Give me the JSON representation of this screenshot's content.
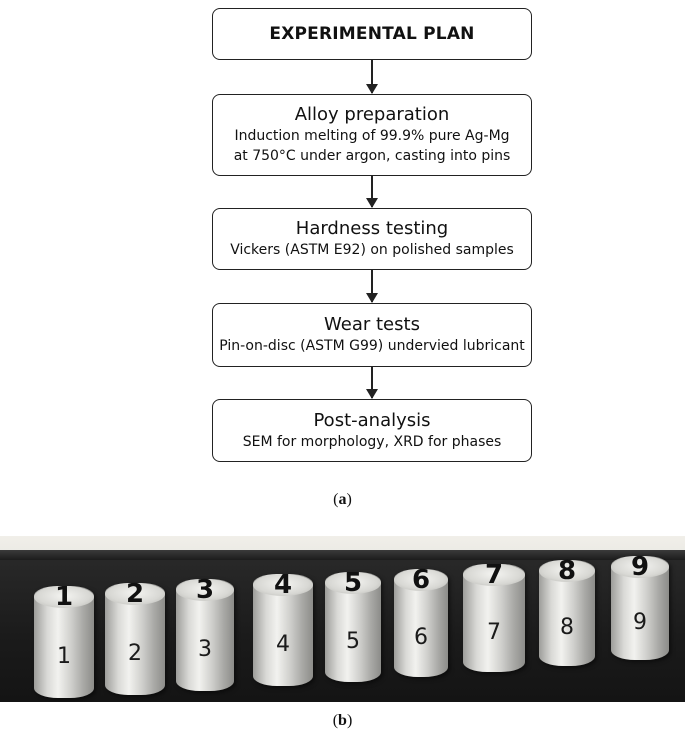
{
  "flowchart": {
    "header": "EXPERIMENTAL PLAN",
    "steps": [
      {
        "title": "Alloy preparation",
        "lines": [
          "Induction melting of 99.9% pure Ag-Mg",
          "at 750°C under argon, casting into pins"
        ]
      },
      {
        "title": "Hardness testing",
        "lines": [
          "Vickers (ASTM E92) on polished samples"
        ]
      },
      {
        "title": "Wear tests",
        "lines": [
          "Pin-on-disc (ASTM G99) undervied lubricant"
        ]
      },
      {
        "title": "Post-analysis",
        "lines": [
          "SEM for morphology, XRD for phases"
        ]
      }
    ]
  },
  "captions": {
    "a": "a",
    "b": "b"
  },
  "photo": {
    "pins": [
      {
        "top_label": "1",
        "side_label": "1"
      },
      {
        "top_label": "2",
        "side_label": "2"
      },
      {
        "top_label": "3",
        "side_label": "3"
      },
      {
        "top_label": "4",
        "side_label": "4"
      },
      {
        "top_label": "5",
        "side_label": "5"
      },
      {
        "top_label": "6",
        "side_label": "6"
      },
      {
        "top_label": "7",
        "side_label": "7"
      },
      {
        "top_label": "8",
        "side_label": "8"
      },
      {
        "top_label": "9",
        "side_label": "9"
      }
    ]
  }
}
